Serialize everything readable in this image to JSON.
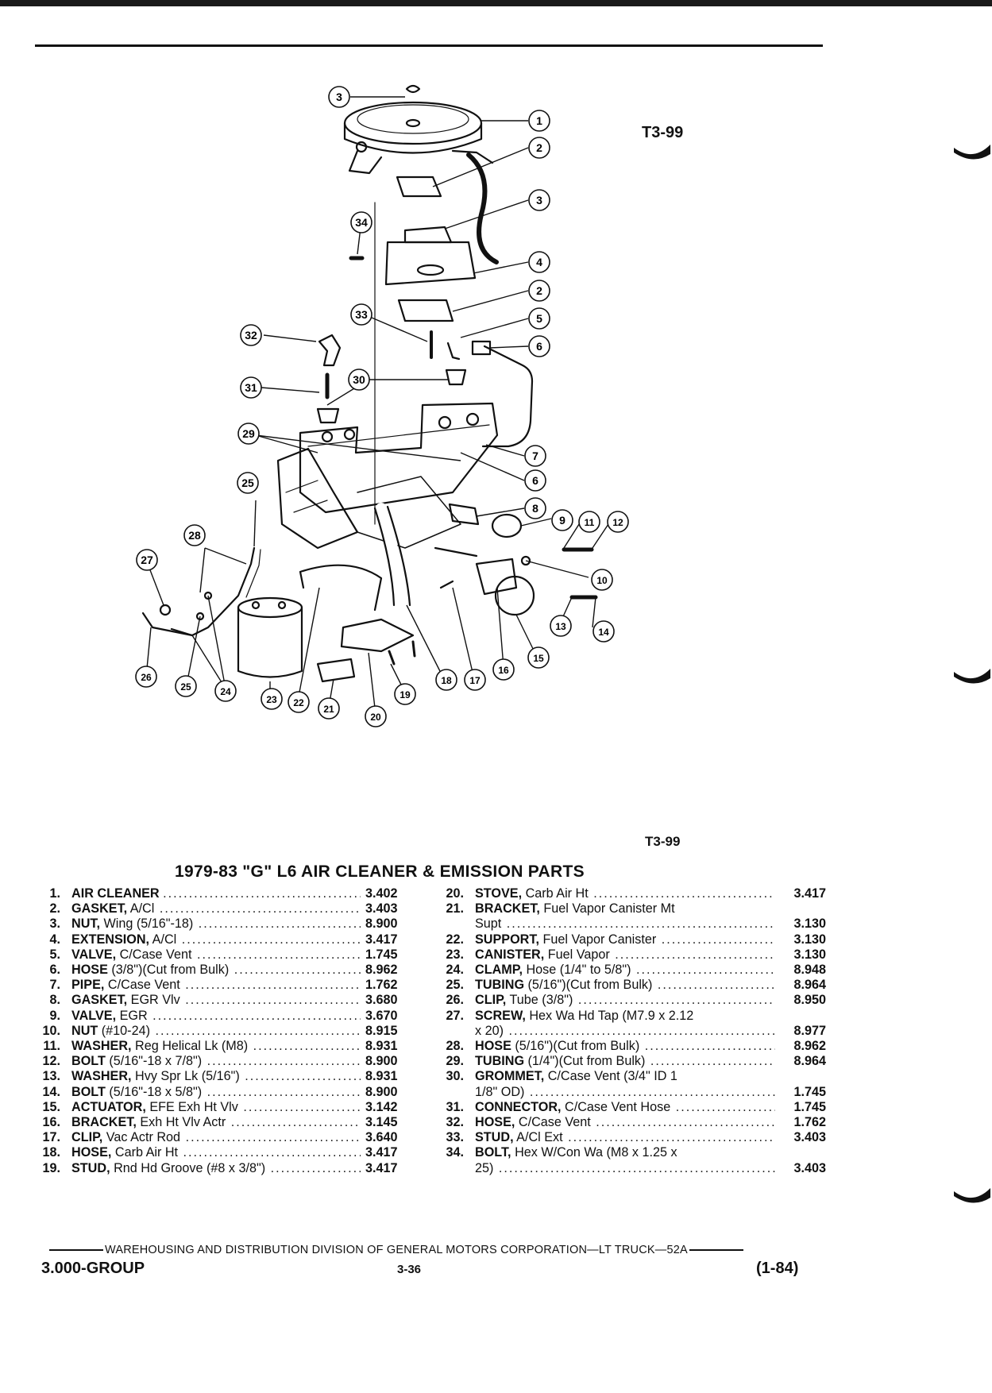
{
  "figure": {
    "code_top": "T3-99",
    "code_bottom": "T3-99",
    "callouts": [
      "1",
      "2",
      "3",
      "4",
      "5",
      "6",
      "7",
      "8",
      "9",
      "10",
      "11",
      "12",
      "13",
      "14",
      "15",
      "16",
      "17",
      "18",
      "19",
      "20",
      "21",
      "22",
      "23",
      "24",
      "25",
      "26",
      "27",
      "28",
      "29",
      "30",
      "31",
      "32",
      "33",
      "34"
    ]
  },
  "parts_list": {
    "title": "1979-83 \"G\" L6 AIR CLEANER & EMISSION PARTS",
    "left": [
      {
        "num": "1.",
        "name": "AIR CLEANER",
        "detail": "",
        "group": "3.402"
      },
      {
        "num": "2.",
        "name": "GASKET,",
        "detail": "A/Cl",
        "group": "3.403"
      },
      {
        "num": "3.",
        "name": "NUT,",
        "detail": "Wing (5/16\"-18)",
        "group": "8.900"
      },
      {
        "num": "4.",
        "name": "EXTENSION,",
        "detail": "A/Cl",
        "group": "3.417"
      },
      {
        "num": "5.",
        "name": "VALVE,",
        "detail": "C/Case Vent",
        "group": "1.745"
      },
      {
        "num": "6.",
        "name": "HOSE",
        "detail": "(3/8\")(Cut from Bulk)",
        "group": "8.962"
      },
      {
        "num": "7.",
        "name": "PIPE,",
        "detail": "C/Case Vent",
        "group": "1.762"
      },
      {
        "num": "8.",
        "name": "GASKET,",
        "detail": "EGR Vlv",
        "group": "3.680"
      },
      {
        "num": "9.",
        "name": "VALVE,",
        "detail": "EGR",
        "group": "3.670"
      },
      {
        "num": "10.",
        "name": "NUT",
        "detail": "(#10-24)",
        "group": "8.915"
      },
      {
        "num": "11.",
        "name": "WASHER,",
        "detail": "Reg Helical Lk (M8)",
        "group": "8.931"
      },
      {
        "num": "12.",
        "name": "BOLT",
        "detail": "(5/16\"-18 x 7/8\")",
        "group": "8.900"
      },
      {
        "num": "13.",
        "name": "WASHER,",
        "detail": "Hvy Spr Lk (5/16\")",
        "group": "8.931"
      },
      {
        "num": "14.",
        "name": "BOLT",
        "detail": "(5/16\"-18 x 5/8\")",
        "group": "8.900"
      },
      {
        "num": "15.",
        "name": "ACTUATOR,",
        "detail": "EFE Exh Ht Vlv",
        "group": "3.142"
      },
      {
        "num": "16.",
        "name": "BRACKET,",
        "detail": "Exh Ht Vlv Actr",
        "group": "3.145"
      },
      {
        "num": "17.",
        "name": "CLIP,",
        "detail": "Vac Actr Rod",
        "group": "3.640"
      },
      {
        "num": "18.",
        "name": "HOSE,",
        "detail": "Carb Air Ht",
        "group": "3.417"
      },
      {
        "num": "19.",
        "name": "STUD,",
        "detail": "Rnd Hd Groove (#8 x 3/8\")",
        "group": "3.417"
      }
    ],
    "right": [
      {
        "num": "20.",
        "name": "STOVE,",
        "detail": "Carb Air Ht",
        "group": "3.417"
      },
      {
        "num": "21.",
        "name": "BRACKET,",
        "detail": "Fuel Vapor Canister Mt",
        "group": ""
      },
      {
        "num": "",
        "name": "",
        "detail": "Supt",
        "group": "3.130"
      },
      {
        "num": "22.",
        "name": "SUPPORT,",
        "detail": "Fuel Vapor Canister",
        "group": "3.130"
      },
      {
        "num": "23.",
        "name": "CANISTER,",
        "detail": "Fuel Vapor",
        "group": "3.130"
      },
      {
        "num": "24.",
        "name": "CLAMP,",
        "detail": "Hose (1/4\" to 5/8\")",
        "group": "8.948"
      },
      {
        "num": "25.",
        "name": "TUBING",
        "detail": "(5/16\")(Cut from Bulk)",
        "group": "8.964"
      },
      {
        "num": "26.",
        "name": "CLIP,",
        "detail": "Tube (3/8\")",
        "group": "8.950"
      },
      {
        "num": "27.",
        "name": "SCREW,",
        "detail": "Hex Wa Hd Tap (M7.9 x 2.12",
        "group": ""
      },
      {
        "num": "",
        "name": "",
        "detail": "x 20)",
        "group": "8.977"
      },
      {
        "num": "28.",
        "name": "HOSE",
        "detail": "(5/16\")(Cut from Bulk)",
        "group": "8.962"
      },
      {
        "num": "29.",
        "name": "TUBING",
        "detail": "(1/4\")(Cut from Bulk)",
        "group": "8.964"
      },
      {
        "num": "30.",
        "name": "GROMMET,",
        "detail": "C/Case Vent (3/4\" ID 1",
        "group": ""
      },
      {
        "num": "",
        "name": "",
        "detail": "1/8\" OD)",
        "group": "1.745"
      },
      {
        "num": "31.",
        "name": "CONNECTOR,",
        "detail": "C/Case Vent Hose",
        "group": "1.745"
      },
      {
        "num": "32.",
        "name": "HOSE,",
        "detail": "C/Case Vent",
        "group": "1.762"
      },
      {
        "num": "33.",
        "name": "STUD,",
        "detail": "A/Cl Ext",
        "group": "3.403"
      },
      {
        "num": "34.",
        "name": "BOLT,",
        "detail": "Hex W/Con Wa (M8 x 1.25 x",
        "group": ""
      },
      {
        "num": "",
        "name": "",
        "detail": "25)",
        "group": "3.403"
      }
    ]
  },
  "footer": {
    "division_text": "WAREHOUSING AND DISTRIBUTION  DIVISION OF GENERAL MOTORS CORPORATION—LT TRUCK—52A",
    "group_label": "3.000-GROUP",
    "page": "3-36",
    "date_code": "(1-84)"
  }
}
